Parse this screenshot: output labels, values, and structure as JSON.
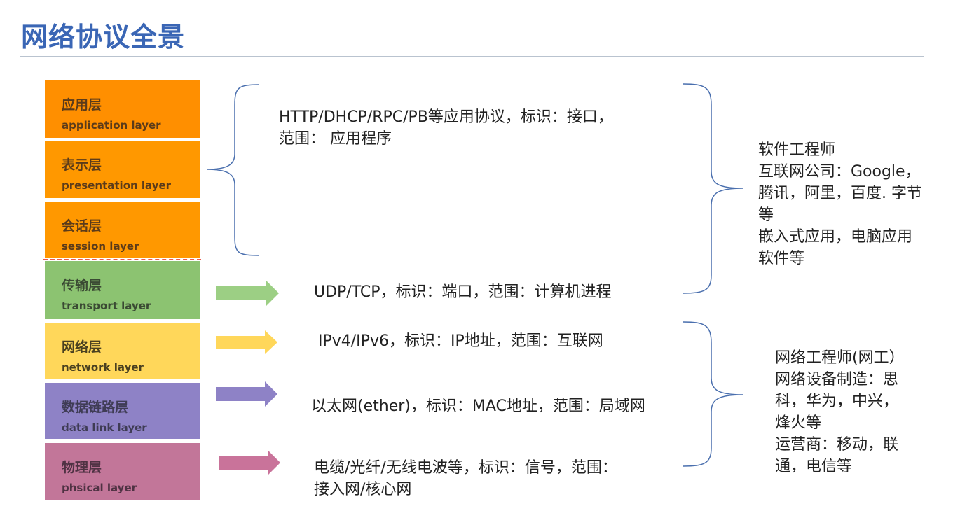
{
  "title": "网络协议全景",
  "layers": [
    {
      "zh": "应用层",
      "en": "application layer"
    },
    {
      "zh": "表示层",
      "en": "presentation layer"
    },
    {
      "zh": "会话层",
      "en": "session layer"
    },
    {
      "zh": "传输层",
      "en": "transport layer"
    },
    {
      "zh": "网络层",
      "en": "network layer"
    },
    {
      "zh": "数据链路层",
      "en": "data link layer"
    },
    {
      "zh": "物理层",
      "en": "phsical layer"
    }
  ],
  "descriptions": {
    "application_line1": "HTTP/DHCP/RPC/PB等应用协议，标识：接口，",
    "application_line2": "范围： 应用程序",
    "transport": "UDP/TCP，标识：端口，范围：计算机进程",
    "network": "IPv4/IPv6，标识：IP地址，范围：互联网",
    "datalink": "以太网(ether)，标识：MAC地址，范围：局域网",
    "physical_line1": "电缆/光纤/无线电波等，标识：信号，范围：",
    "physical_line2": "接入网/核心网"
  },
  "software_group": {
    "lines": [
      "软件工程师",
      "互联网公司：Google，",
      "腾讯，阿里，百度. 字节",
      "等",
      "嵌入式应用，电脑应用",
      "软件等"
    ]
  },
  "network_group": {
    "lines": [
      "网络工程师(网工）",
      "网络设备制造：思",
      "科，华为，中兴，",
      "烽火等",
      "运营商：移动，联",
      "通，电信等"
    ]
  },
  "colors": {
    "title": "#3a66b5",
    "bracket": "#4a6fae",
    "arrow_transport": "#9ccf84",
    "arrow_network": "#ffd75a",
    "arrow_datalink": "#8e82c6",
    "arrow_physical": "#c9739a",
    "divider": "#e85a4f"
  }
}
